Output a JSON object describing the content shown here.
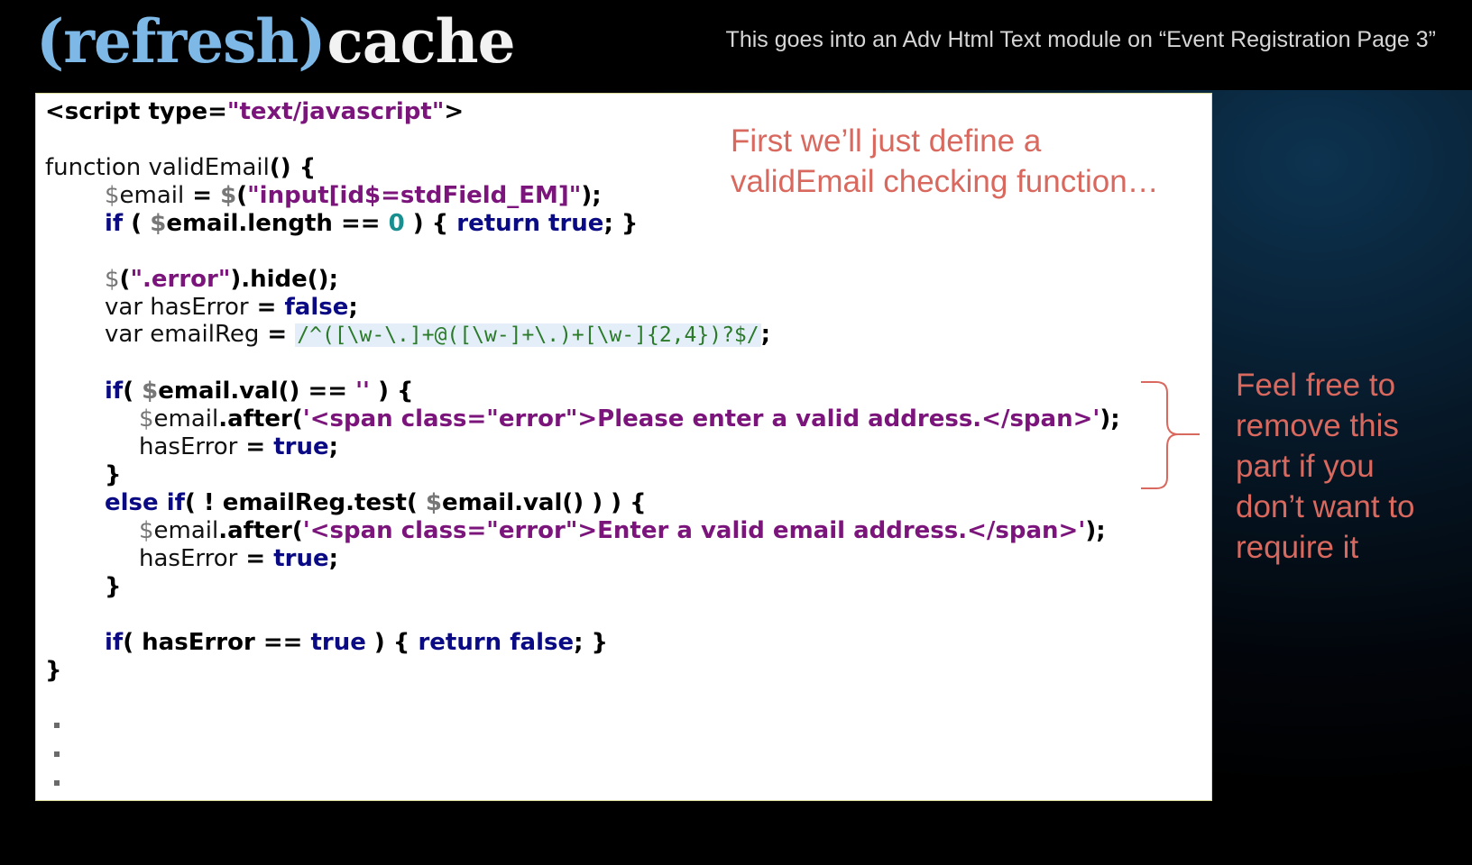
{
  "header": {
    "logo_part_1": "(refresh)",
    "logo_part_2": "cache",
    "subtitle": "This goes into an Adv Html Text module on “Event Registration Page 3”"
  },
  "code": {
    "l1": {
      "a": "<script type=",
      "b": "\"text/javascript\"",
      "c": ">"
    },
    "l2": {
      "a": "function validEmail",
      "b": "() {"
    },
    "l3": {
      "a": "$",
      "b": "email",
      "c": " = ",
      "d": "$",
      "e": "(",
      "f": "\"input[id$=stdField_EM]\"",
      "g": ");"
    },
    "l4": {
      "a": "if",
      "b": " ( ",
      "c": "$",
      "d": "email.length == ",
      "e": "0",
      "f": " ) { ",
      "g": "return true",
      "h": "; }"
    },
    "l5": {
      "a": "$",
      "b": "(",
      "c": "\".error\"",
      "d": ").hide();"
    },
    "l6": {
      "a": "var hasError",
      "b": " = ",
      "c": "false",
      "d": ";"
    },
    "l7": {
      "a": "var emailReg",
      "b": " = ",
      "c": "/^([\\w-\\.]+@([\\w-]+\\.)+[\\w-]{2,4})?$/",
      "d": ";"
    },
    "l8": {
      "a": "if",
      "b": "( ",
      "c": "$",
      "d": "email.val() == ",
      "e": "''",
      "f": " ) {"
    },
    "l9": {
      "a": "$",
      "b": "email",
      "c": ".after(",
      "d": "'<span class=\"error\">Please enter a valid address.</span>'",
      "e": ");"
    },
    "l10": {
      "a": "hasError",
      "b": " = ",
      "c": "true",
      "d": ";"
    },
    "l11": {
      "a": "}"
    },
    "l12": {
      "a": "else if",
      "b": "( ! emailReg.test( ",
      "c": "$",
      "d": "email.val() ) ) {"
    },
    "l13": {
      "a": "$",
      "b": "email",
      "c": ".after(",
      "d": "'<span class=\"error\">Enter a valid email address.</span>'",
      "e": ");"
    },
    "l14": {
      "a": "hasError",
      "b": " = ",
      "c": "true",
      "d": ";"
    },
    "l15": {
      "a": "}"
    },
    "l16": {
      "a": "if",
      "b": "( hasError == ",
      "c": "true",
      "d": " ) { ",
      "e": "return false",
      "f": "; }"
    },
    "l17": {
      "a": "}"
    }
  },
  "callouts": {
    "top_line_1": "First we’ll just define a",
    "top_line_2": "validEmail  checking function…",
    "right_line_1": "Feel free to",
    "right_line_2": "remove this",
    "right_line_3": "part if you",
    "right_line_4": "don’t want to",
    "right_line_5": "require it"
  },
  "colors": {
    "logo_accent": "#7db8e6",
    "callout": "#d9685e",
    "keyword": "#0a0a84",
    "string": "#7b157b",
    "number": "#1a8f8f",
    "regex": "#2a7a2a"
  }
}
